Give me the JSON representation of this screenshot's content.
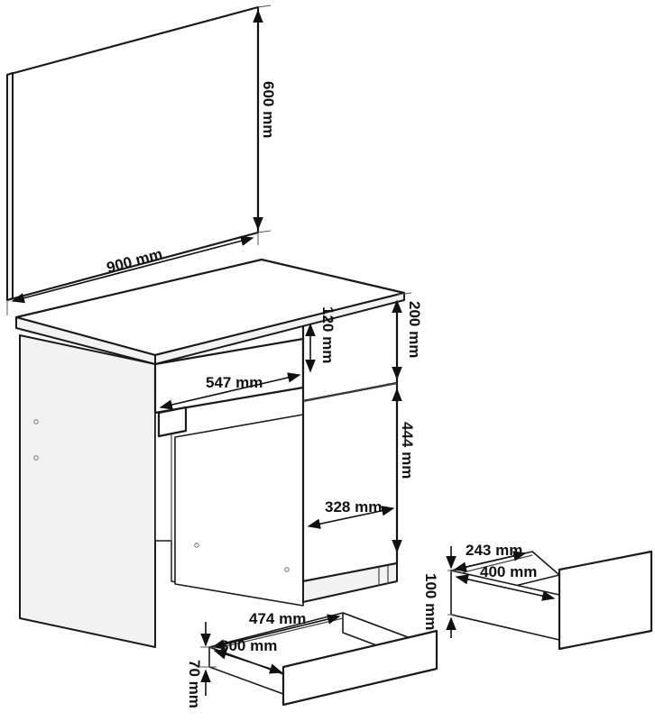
{
  "dimensions": {
    "mirror_width": "900 mm",
    "mirror_height": "600 mm",
    "top_drawer_height": "120 mm",
    "cabinet_top_height": "200 mm",
    "knee_space_width": "547 mm",
    "door_height": "444 mm",
    "door_width": "328 mm",
    "small_drawer_length": "474 mm",
    "small_drawer_width": "300 mm",
    "small_drawer_height": "70 mm",
    "large_drawer_width": "243 mm",
    "large_drawer_length": "400 mm",
    "large_drawer_height": "100 mm"
  },
  "colors": {
    "line": "#1a1a1a",
    "panel": "#ffffff",
    "side_shade": "#f2f2f2"
  }
}
